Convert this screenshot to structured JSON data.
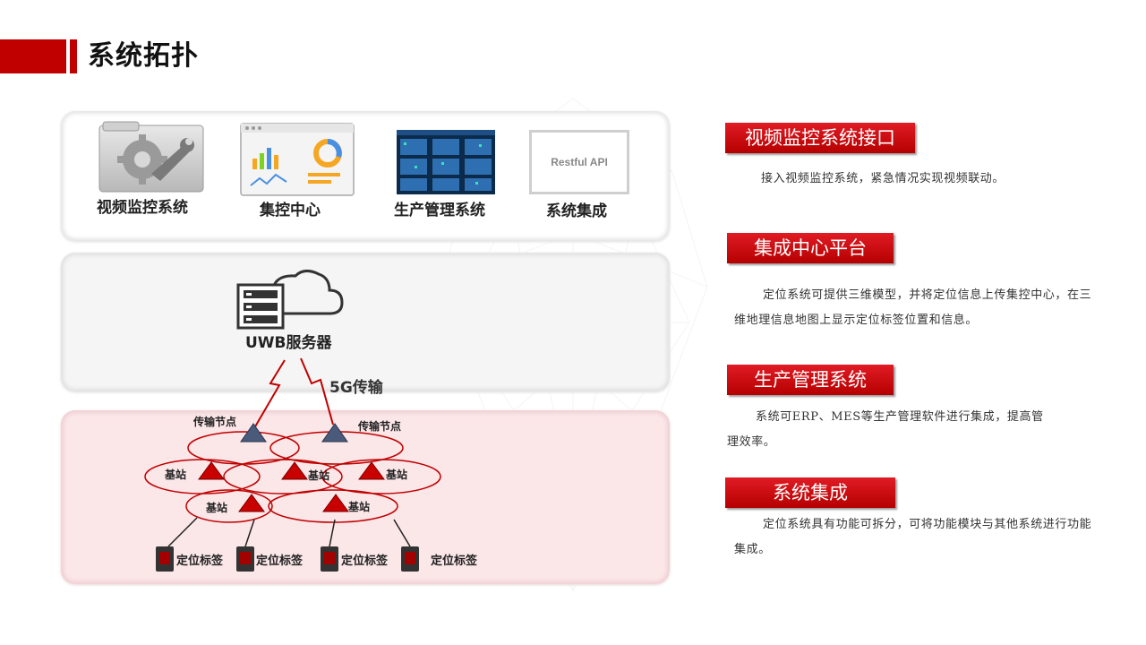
{
  "title": "系统拓扑",
  "systems": [
    {
      "name": "视频监控系统",
      "icon": "gear-wrench-icon"
    },
    {
      "name": "集控中心",
      "icon": "dashboard-chart-icon"
    },
    {
      "name": "生产管理系统",
      "icon": "monitor-screen-icon"
    },
    {
      "name": "系统集成",
      "icon": "api-box-icon",
      "box_text": "Restful API"
    }
  ],
  "network": {
    "server_label": "UWB服务器",
    "transport_label": "5G传输",
    "transport_nodes": [
      "传输节点",
      "传输节点"
    ],
    "base_stations": [
      "基站",
      "基站",
      "基站",
      "基站",
      "基站"
    ],
    "tags": [
      "定位标签",
      "定位标签",
      "定位标签",
      "定位标签"
    ]
  },
  "sections": [
    {
      "heading": "视频监控系统接口",
      "description": "接入视频监控系统，紧急情况实现视频联动。"
    },
    {
      "heading": "集成中心平台",
      "description": "定位系统可提供三维模型，并将定位信息上传集控中心，在三维地理信息地图上显示定位标签位置和信息。"
    },
    {
      "heading": "生产管理系统",
      "description": "系统可ERP、MES等生产管理软件进行集成，提高管理效率。"
    },
    {
      "heading": "系统集成",
      "description": "定位系统具有功能可拆分，可将功能模块与其他系统进行功能集成。"
    }
  ],
  "colors": {
    "accent": "#c00000",
    "panel_pink": "#fbe6e8",
    "node_dark": "#4a5a7a",
    "station_red": "#c80000"
  }
}
